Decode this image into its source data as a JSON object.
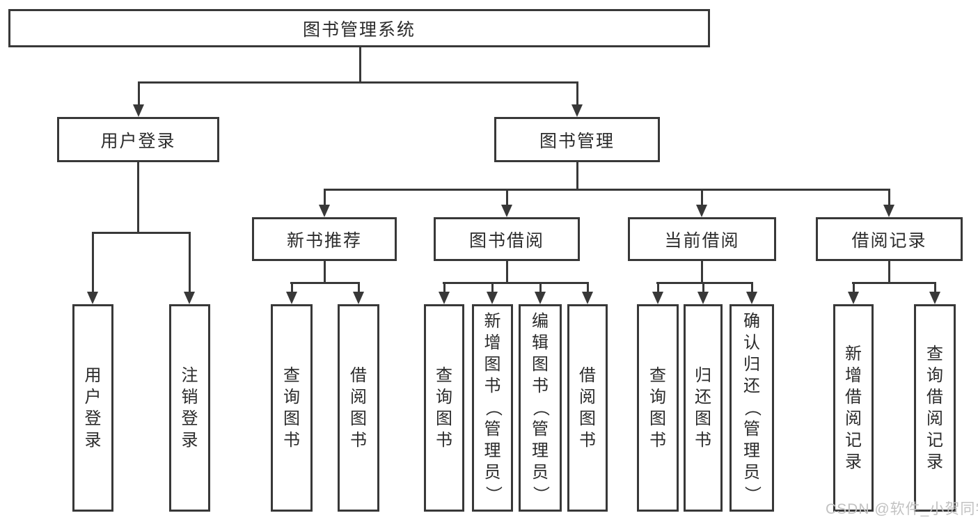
{
  "diagram": {
    "root": {
      "label": "图书管理系统"
    },
    "branches": [
      {
        "label": "用户登录",
        "children": [
          {
            "label": "用户登录"
          },
          {
            "label": "注销登录"
          }
        ]
      },
      {
        "label": "图书管理",
        "children": [
          {
            "label": "新书推荐",
            "children": [
              {
                "label": "查询图书"
              },
              {
                "label": "借阅图书"
              }
            ]
          },
          {
            "label": "图书借阅",
            "children": [
              {
                "label": "查询图书"
              },
              {
                "label": "新增图书（管理员）"
              },
              {
                "label": "编辑图书（管理员）"
              },
              {
                "label": "借阅图书"
              }
            ]
          },
          {
            "label": "当前借阅",
            "children": [
              {
                "label": "查询图书"
              },
              {
                "label": "归还图书"
              },
              {
                "label": "确认归还（管理员）"
              }
            ]
          },
          {
            "label": "借阅记录",
            "children": [
              {
                "label": "新增借阅记录"
              },
              {
                "label": "查询借阅记录"
              }
            ]
          }
        ]
      }
    ],
    "watermark": "CSDN @软件_小贺同学",
    "colors": {
      "line": "#383838",
      "text": "#2b2b2b",
      "background": "#ffffff",
      "watermark": "#c2c2c2"
    }
  }
}
